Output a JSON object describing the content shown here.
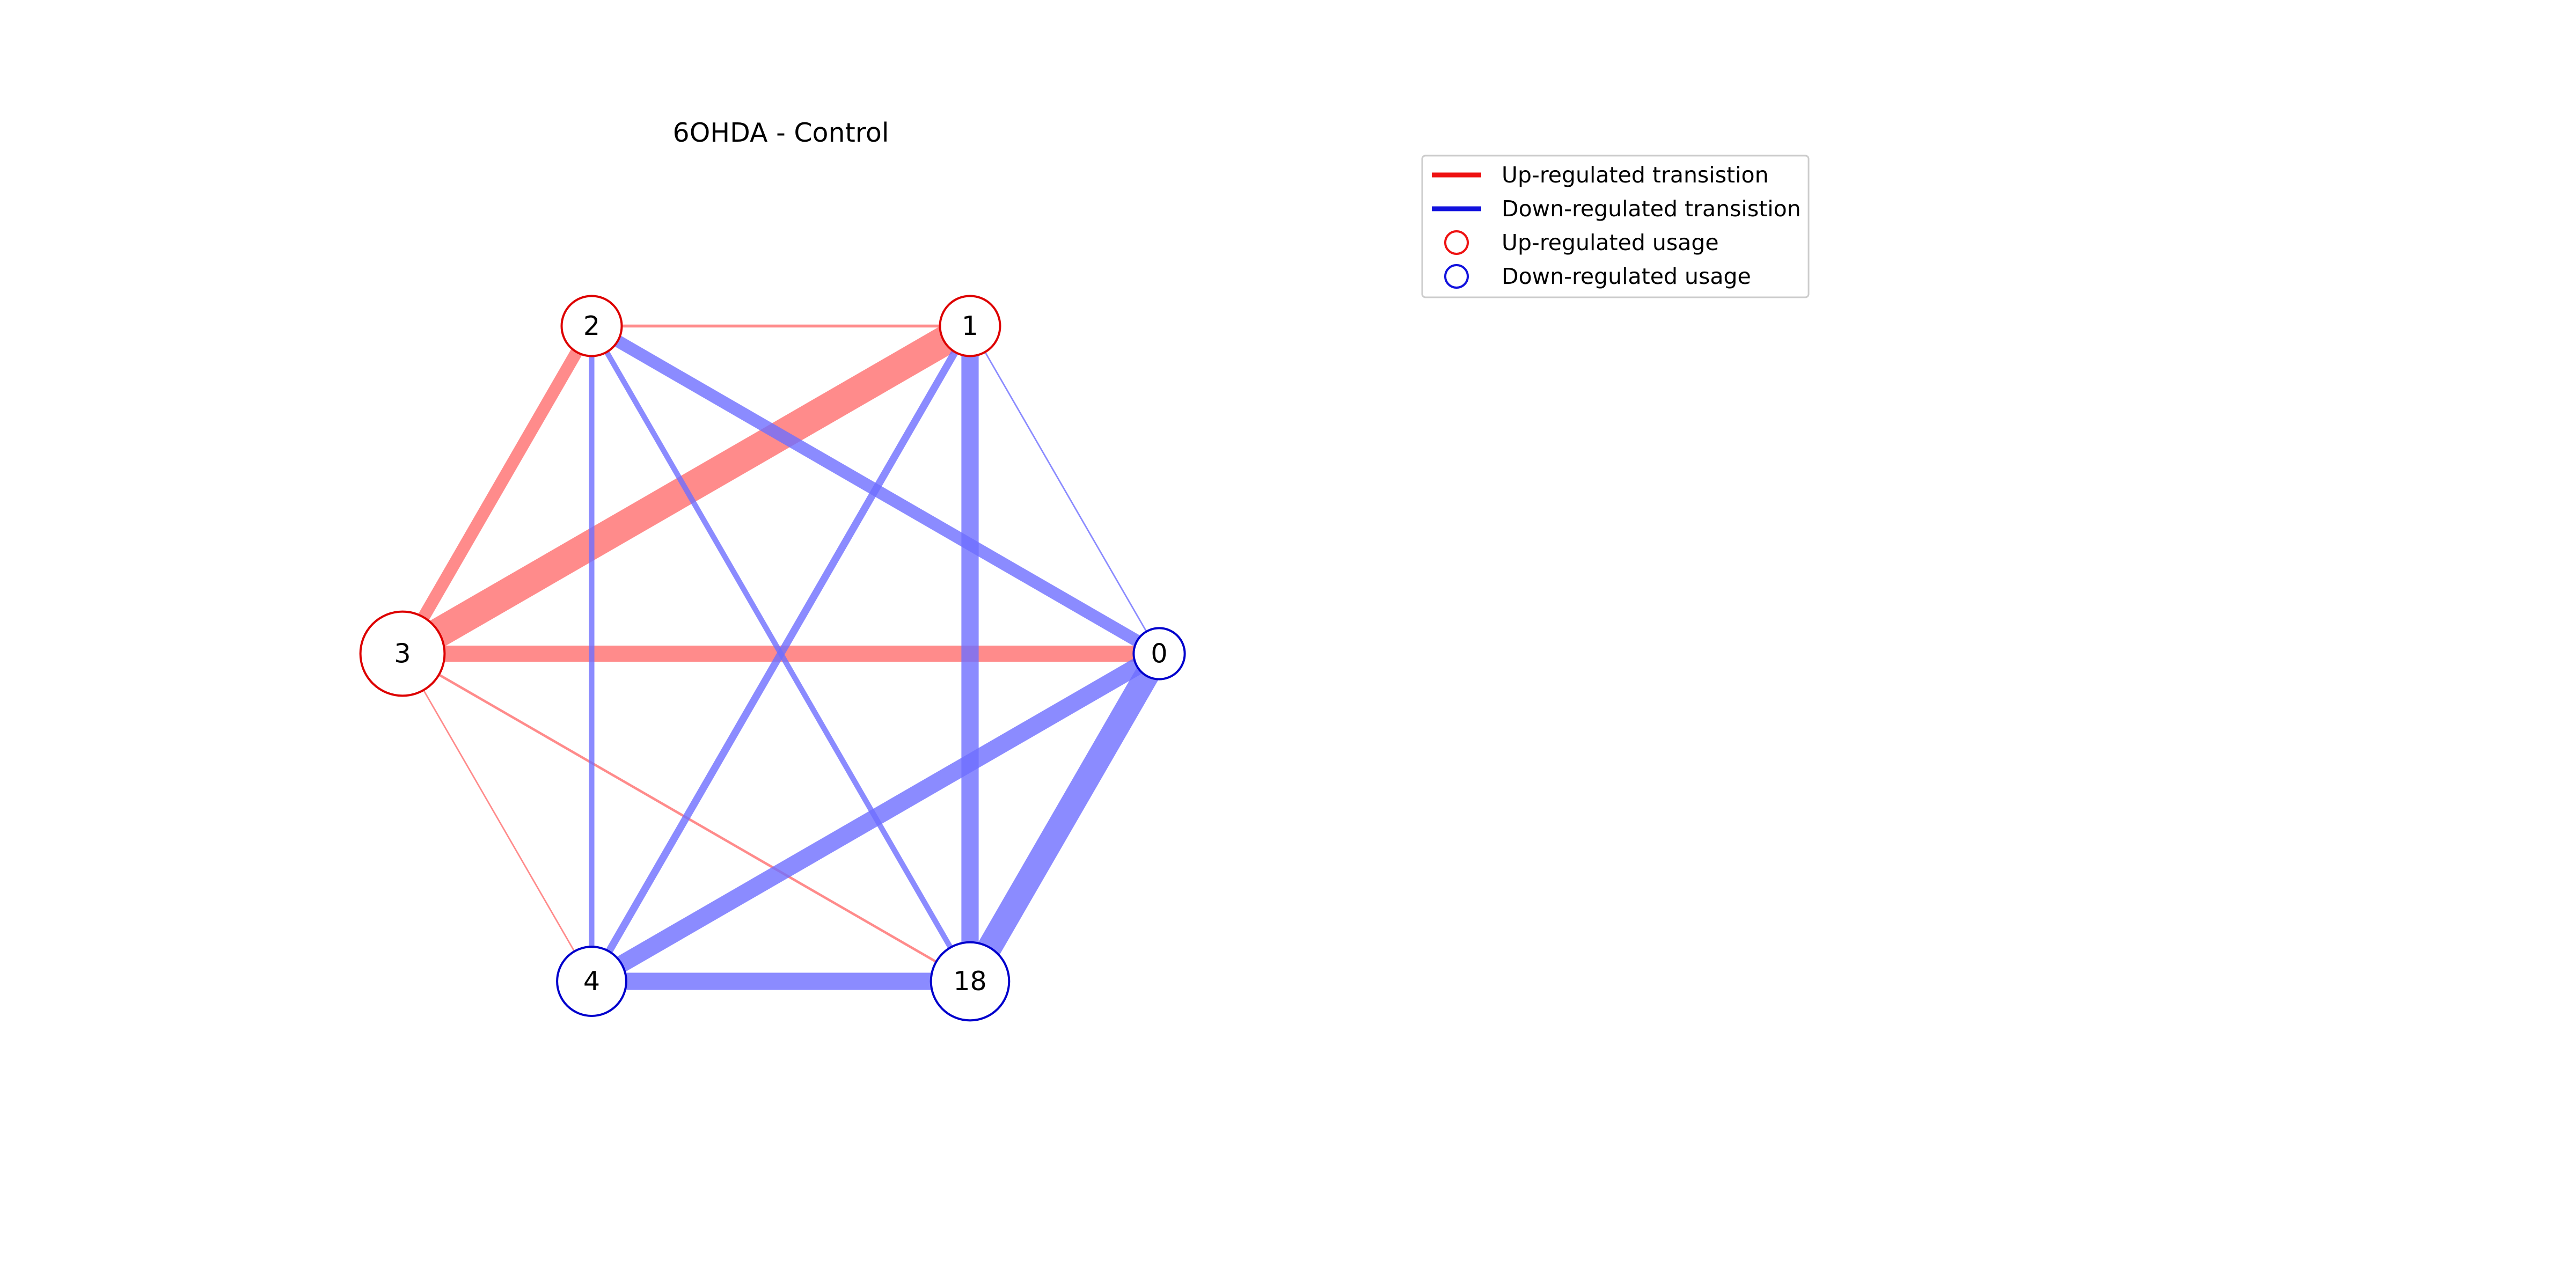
{
  "title": "6OHDA - Control",
  "colors": {
    "up_edge": "#ff6e6e",
    "down_edge": "#6e6eff",
    "up_node": "#dd0000",
    "down_node": "#0000cc",
    "legend_up": "#ee1111",
    "legend_down": "#1111dd"
  },
  "legend": {
    "items": [
      {
        "label": "Up-regulated transistion",
        "kind": "line",
        "direction": "up"
      },
      {
        "label": "Down-regulated transistion",
        "kind": "line",
        "direction": "down"
      },
      {
        "label": "Up-regulated usage",
        "kind": "circle",
        "direction": "up"
      },
      {
        "label": "Down-regulated usage",
        "kind": "circle",
        "direction": "down"
      }
    ]
  },
  "nodes": [
    {
      "id": "2",
      "label": "2",
      "regulation": "up",
      "usage": 1.0
    },
    {
      "id": "1",
      "label": "1",
      "regulation": "up",
      "usage": 1.0
    },
    {
      "id": "3",
      "label": "3",
      "regulation": "up",
      "usage": 1.4
    },
    {
      "id": "0",
      "label": "0",
      "regulation": "down",
      "usage": 0.85
    },
    {
      "id": "4",
      "label": "4",
      "regulation": "down",
      "usage": 1.15
    },
    {
      "id": "18",
      "label": "18",
      "regulation": "down",
      "usage": 1.3
    }
  ],
  "edges": [
    {
      "source": "2",
      "target": "1",
      "regulation": "up",
      "weight": 1.2
    },
    {
      "source": "2",
      "target": "3",
      "regulation": "up",
      "weight": 5
    },
    {
      "source": "3",
      "target": "1",
      "regulation": "up",
      "weight": 12
    },
    {
      "source": "3",
      "target": "0",
      "regulation": "up",
      "weight": 6.5
    },
    {
      "source": "3",
      "target": "18",
      "regulation": "up",
      "weight": 1
    },
    {
      "source": "3",
      "target": "4",
      "regulation": "up",
      "weight": 0.6
    },
    {
      "source": "2",
      "target": "0",
      "regulation": "down",
      "weight": 5
    },
    {
      "source": "2",
      "target": "4",
      "regulation": "down",
      "weight": 2.2
    },
    {
      "source": "2",
      "target": "18",
      "regulation": "down",
      "weight": 2.2
    },
    {
      "source": "1",
      "target": "4",
      "regulation": "down",
      "weight": 3
    },
    {
      "source": "1",
      "target": "18",
      "regulation": "down",
      "weight": 7
    },
    {
      "source": "1",
      "target": "0",
      "regulation": "down",
      "weight": 0.6
    },
    {
      "source": "0",
      "target": "4",
      "regulation": "down",
      "weight": 7
    },
    {
      "source": "0",
      "target": "18",
      "regulation": "down",
      "weight": 10
    },
    {
      "source": "4",
      "target": "18",
      "regulation": "down",
      "weight": 7
    }
  ]
}
